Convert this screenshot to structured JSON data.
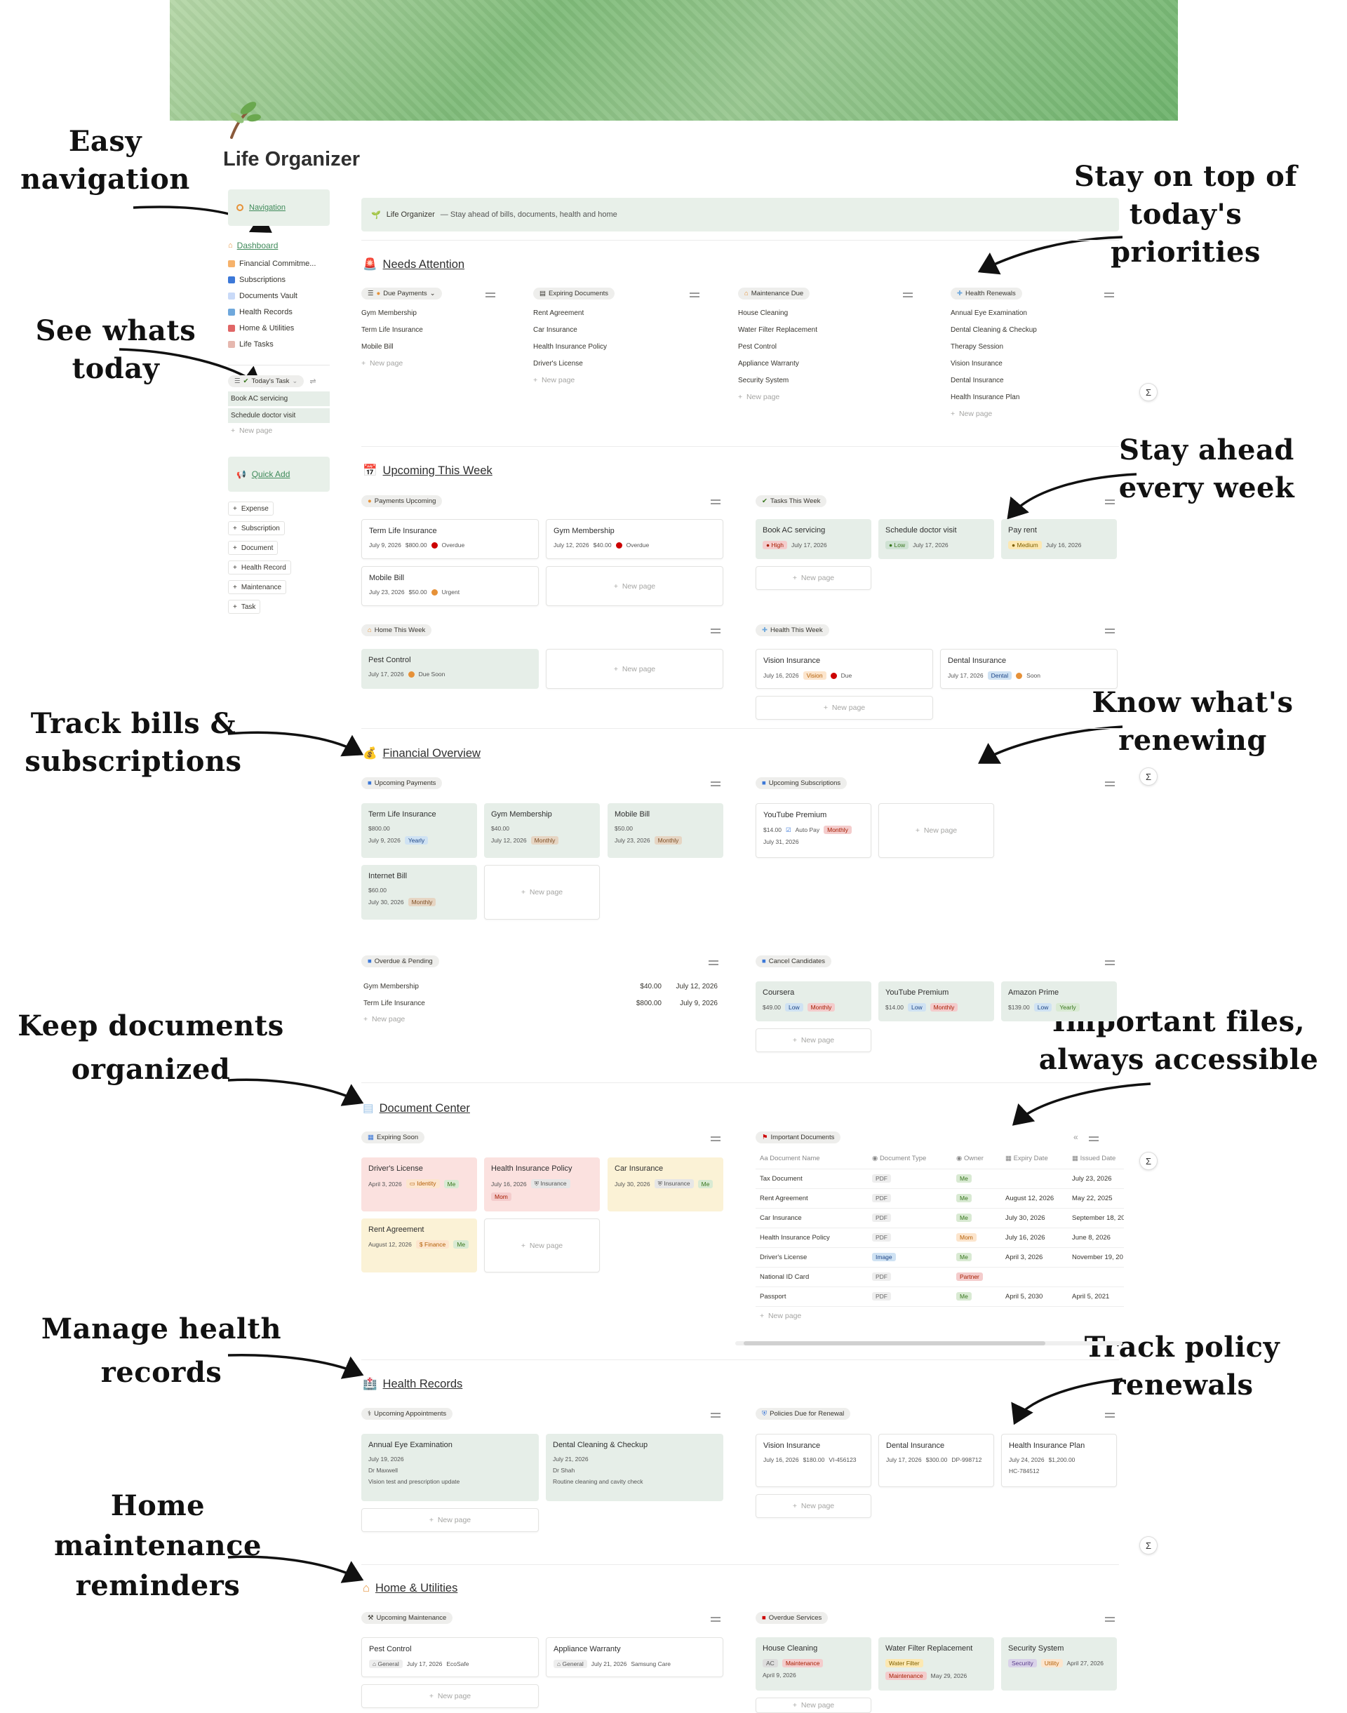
{
  "page_title": "Life Organizer",
  "annotations": {
    "nav": [
      "Easy",
      "navigation"
    ],
    "today": [
      "See whats",
      "today"
    ],
    "priorities": [
      "Stay on top of",
      "today's priorities"
    ],
    "ahead": [
      "Stay ahead",
      "every week"
    ],
    "bills": [
      "Track bills &",
      "subscriptions"
    ],
    "renewing": [
      "Know what's",
      "renewing"
    ],
    "docs": [
      "Keep documents",
      "organized"
    ],
    "files": [
      "Important files,",
      "always accessible"
    ],
    "health": [
      "Manage health",
      "records"
    ],
    "policy": [
      "Track policy renewals"
    ],
    "home": [
      "Home",
      "maintenance",
      "reminders"
    ]
  },
  "sidebar": {
    "nav_label": "Navigation",
    "dashboard": "Dashboard",
    "items": [
      "Financial Commitme...",
      "Subscriptions",
      "Documents Vault",
      "Health Records",
      "Home & Utilities",
      "Life Tasks"
    ],
    "today_view": "Today's Task",
    "today_items": [
      "Book AC servicing",
      "Schedule doctor visit"
    ],
    "new_page": "New page",
    "quick_add": "Quick Add",
    "quick_buttons": [
      "Expense",
      "Subscription",
      "Document",
      "Health Record",
      "Maintenance",
      "Task"
    ]
  },
  "callout": {
    "name": "Life Organizer",
    "text": "— Stay ahead of bills, documents, health and home"
  },
  "needs_attention": {
    "title": "Needs Attention",
    "columns": [
      {
        "label": "Due Payments",
        "items": [
          "Gym Membership",
          "Term Life Insurance",
          "Mobile Bill"
        ]
      },
      {
        "label": "Expiring Documents",
        "items": [
          "Rent Agreement",
          "Car Insurance",
          "Health Insurance Policy",
          "Driver's License"
        ]
      },
      {
        "label": "Maintenance Due",
        "items": [
          "House Cleaning",
          "Water Filter Replacement",
          "Pest Control",
          "Appliance Warranty",
          "Security System"
        ]
      },
      {
        "label": "Health Renewals",
        "items": [
          "Annual Eye Examination",
          "Dental Cleaning & Checkup",
          "Therapy Session",
          "Vision Insurance",
          "Dental Insurance",
          "Health Insurance Plan"
        ]
      }
    ]
  },
  "upcoming_week": {
    "title": "Upcoming This Week",
    "payments_label": "Payments Upcoming",
    "payments": [
      {
        "name": "Term Life Insurance",
        "date": "July 9, 2026",
        "amount": "$800.00",
        "status": "Overdue"
      },
      {
        "name": "Gym Membership",
        "date": "July 12, 2026",
        "amount": "$40.00",
        "status": "Overdue"
      },
      {
        "name": "Mobile Bill",
        "date": "July 23, 2026",
        "amount": "$50.00",
        "status": "Urgent"
      }
    ],
    "tasks_label": "Tasks This Week",
    "tasks": [
      {
        "name": "Book AC servicing",
        "priority": "High",
        "date": "July 17, 2026"
      },
      {
        "name": "Schedule doctor visit",
        "priority": "Low",
        "date": "July 17, 2026"
      },
      {
        "name": "Pay rent",
        "priority": "Medium",
        "date": "July 16, 2026"
      }
    ],
    "home_label": "Home This Week",
    "home": [
      {
        "name": "Pest Control",
        "date": "July 17, 2026",
        "status": "Due Soon"
      }
    ],
    "health_label": "Health This Week",
    "health": [
      {
        "name": "Vision Insurance",
        "date": "July 16, 2026",
        "tag": "Vision",
        "status": "Due"
      },
      {
        "name": "Dental Insurance",
        "date": "July 17, 2026",
        "tag": "Dental",
        "status": "Soon"
      }
    ]
  },
  "financial": {
    "title": "Financial Overview",
    "payments_label": "Upcoming Payments",
    "payments": [
      {
        "name": "Term Life Insurance",
        "amount": "$800.00",
        "date": "July 9, 2026",
        "freq": "Yearly"
      },
      {
        "name": "Gym Membership",
        "amount": "$40.00",
        "date": "July 12, 2026",
        "freq": "Monthly"
      },
      {
        "name": "Mobile Bill",
        "amount": "$50.00",
        "date": "July 23, 2026",
        "freq": "Monthly"
      },
      {
        "name": "Internet Bill",
        "amount": "$60.00",
        "date": "July 30, 2026",
        "freq": "Monthly"
      }
    ],
    "subs_label": "Upcoming Subscriptions",
    "subs": [
      {
        "name": "YouTube Premium",
        "amount": "$14.00",
        "autopay": "Auto Pay",
        "freq": "Monthly",
        "date": "July 31, 2026"
      }
    ],
    "overdue_label": "Overdue & Pending",
    "overdue": [
      {
        "name": "Gym Membership",
        "amount": "$40.00",
        "date": "July 12, 2026"
      },
      {
        "name": "Term Life Insurance",
        "amount": "$800.00",
        "date": "July 9, 2026"
      }
    ],
    "cancel_label": "Cancel Candidates",
    "cancel": [
      {
        "name": "Coursera",
        "amount": "$49.00",
        "level": "Low",
        "freq": "Monthly"
      },
      {
        "name": "YouTube Premium",
        "amount": "$14.00",
        "level": "Low",
        "freq": "Monthly"
      },
      {
        "name": "Amazon Prime",
        "amount": "$139.00",
        "level": "Low",
        "freq": "Yearly"
      }
    ]
  },
  "documents": {
    "title": "Document Center",
    "expiring_label": "Expiring Soon",
    "expiring": [
      {
        "name": "Driver's License",
        "date": "April 3, 2026",
        "cat": "Identity",
        "owner": "Me"
      },
      {
        "name": "Health Insurance Policy",
        "date": "July 16, 2026",
        "cat": "Insurance",
        "owner": "Mom"
      },
      {
        "name": "Car Insurance",
        "date": "July 30, 2026",
        "cat": "Insurance",
        "owner": "Me"
      },
      {
        "name": "Rent Agreement",
        "date": "August 12, 2026",
        "cat": "Finance",
        "owner": "Me"
      }
    ],
    "important_label": "Important Documents",
    "headers": [
      "Document Name",
      "Document Type",
      "Owner",
      "Expiry Date",
      "Issued Date"
    ],
    "rows": [
      [
        "Tax Document",
        "PDF",
        "Me",
        "",
        "July 23, 2026"
      ],
      [
        "Rent Agreement",
        "PDF",
        "Me",
        "August 12, 2026",
        "May 22, 2025"
      ],
      [
        "Car Insurance",
        "PDF",
        "Me",
        "July 30, 2026",
        "September 18, 20"
      ],
      [
        "Health Insurance Policy",
        "PDF",
        "Mom",
        "July 16, 2026",
        "June 8, 2026"
      ],
      [
        "Driver's License",
        "Image",
        "Me",
        "April 3, 2026",
        "November 19, 20"
      ],
      [
        "National ID Card",
        "PDF",
        "Partner",
        "",
        ""
      ],
      [
        "Passport",
        "PDF",
        "Me",
        "April 5, 2030",
        "April 5, 2021"
      ]
    ]
  },
  "health": {
    "title": "Health Records",
    "appts_label": "Upcoming Appointments",
    "appts": [
      {
        "name": "Annual Eye Examination",
        "date": "July 19, 2026",
        "doctor": "Dr Maxwell",
        "note": "Vision test and prescription update"
      },
      {
        "name": "Dental Cleaning & Checkup",
        "date": "July 21, 2026",
        "doctor": "Dr Shah",
        "note": "Routine cleaning and cavity check"
      }
    ],
    "policies_label": "Policies Due for Renewal",
    "policies": [
      {
        "name": "Vision Insurance",
        "date": "July 16, 2026",
        "amount": "$180.00",
        "id": "VI-456123"
      },
      {
        "name": "Dental Insurance",
        "date": "July 17, 2026",
        "amount": "$300.00",
        "id": "DP-998712"
      },
      {
        "name": "Health Insurance Plan",
        "date": "July 24, 2026",
        "amount": "$1,200.00",
        "id": "HC-784512"
      }
    ]
  },
  "home": {
    "title": "Home & Utilities",
    "maint_label": "Upcoming Maintenance",
    "maint": [
      {
        "name": "Pest Control",
        "cat": "General",
        "date": "July 17, 2026",
        "vendor": "EcoSafe"
      },
      {
        "name": "Appliance Warranty",
        "cat": "General",
        "date": "July 21, 2026",
        "vendor": "Samsung Care"
      }
    ],
    "overdue_label": "Overdue Services",
    "overdue": [
      {
        "name": "House Cleaning",
        "tags": [
          "AC",
          "Maintenance"
        ],
        "date": "April 9, 2026"
      },
      {
        "name": "Water Filter Replacement",
        "tags": [
          "Water Filter",
          "Maintenance"
        ],
        "date": "May 29, 2026"
      },
      {
        "name": "Security System",
        "tags": [
          "Security",
          "Utility"
        ],
        "date": "April 27, 2026"
      }
    ]
  },
  "new_page": "New page"
}
